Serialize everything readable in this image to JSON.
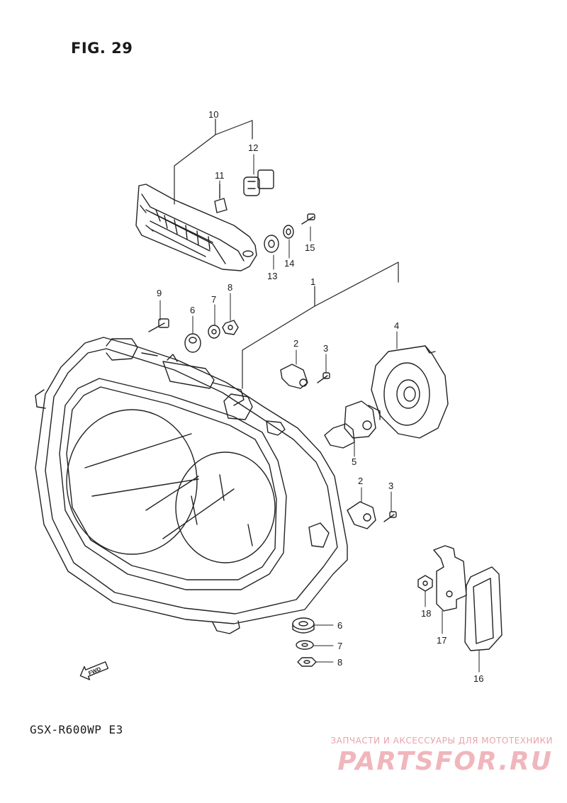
{
  "figure": {
    "title": "FIG. 29",
    "model": "GSX-R600WP  E3"
  },
  "fwd_marker": "FWD",
  "parts": {
    "p1": "1",
    "p2a": "2",
    "p2b": "2",
    "p3a": "3",
    "p3b": "3",
    "p4": "4",
    "p5": "5",
    "p6a": "6",
    "p6b": "6",
    "p7a": "7",
    "p7b": "7",
    "p8a": "8",
    "p8b": "8",
    "p9": "9",
    "p10": "10",
    "p11": "11",
    "p12": "12",
    "p13": "13",
    "p14": "14",
    "p15": "15",
    "p16": "16",
    "p17": "17",
    "p18": "18"
  },
  "watermark": {
    "tagline": "ЗАПЧАСТИ И АКСЕССУАРЫ ДЛЯ МОТОТЕХНИКИ",
    "brand": "PARTSFOR.RU",
    "color": "#f0b6bc"
  }
}
